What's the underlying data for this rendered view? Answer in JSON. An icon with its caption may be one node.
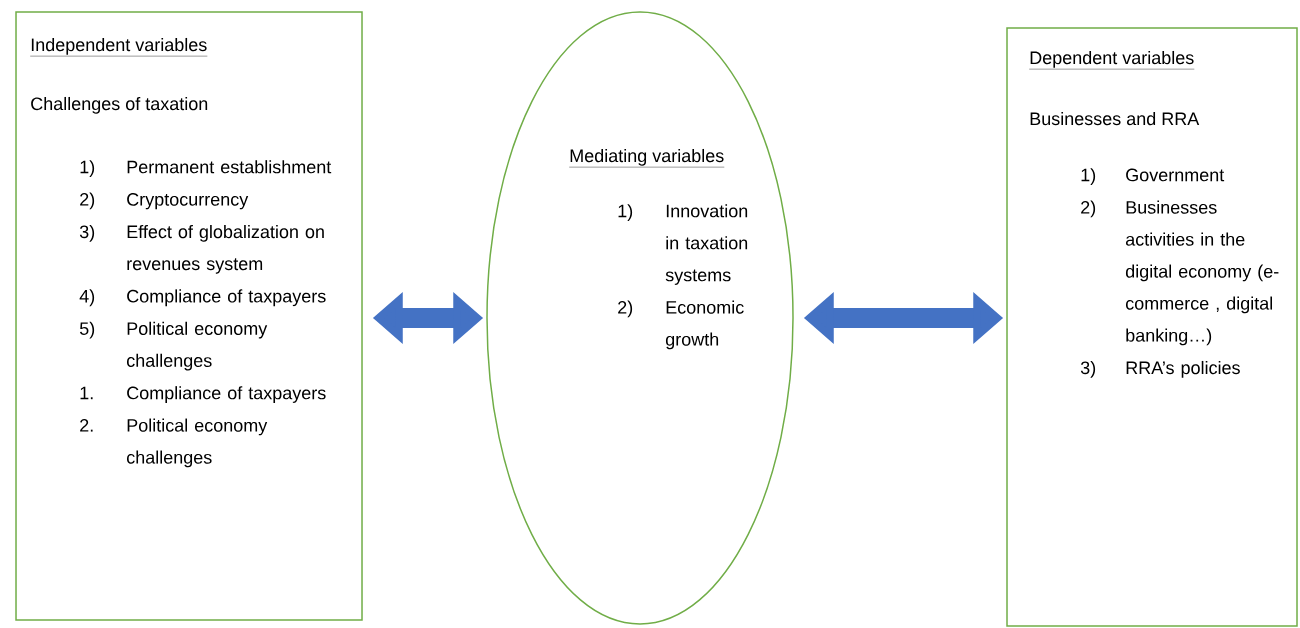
{
  "diagram": {
    "nodes": [
      {
        "text": [
          "Independent variables",
          "Challenges of taxation",
          "1)",
          "Permanent establishment",
          "2)",
          "Cryptocurrency",
          "3)",
          "Effect of globalization on revenues system",
          "4)",
          "Compliance of taxpayers",
          "5)",
          "Political economy challenges",
          "1.",
          "Compliance of taxpayers",
          "2.",
          "Political economy challenges"
        ]
      },
      {
        "text": [
          "Mediating variables",
          "1)",
          "Innovation in taxation systems",
          "2)",
          "Economic growth"
        ]
      },
      {
        "text": [
          "Dependent variables",
          "Businesses and RRA",
          "1)",
          "Government",
          "2)",
          "Businesses activities in the digital economy (e-commerce , digital banking…)",
          "3)",
          "RRA’s policies"
        ]
      }
    ],
    "edges": [
      {
        "from": 0,
        "to": 1,
        "arrow": "both"
      },
      {
        "from": 1,
        "to": 2,
        "arrow": "both"
      }
    ]
  }
}
